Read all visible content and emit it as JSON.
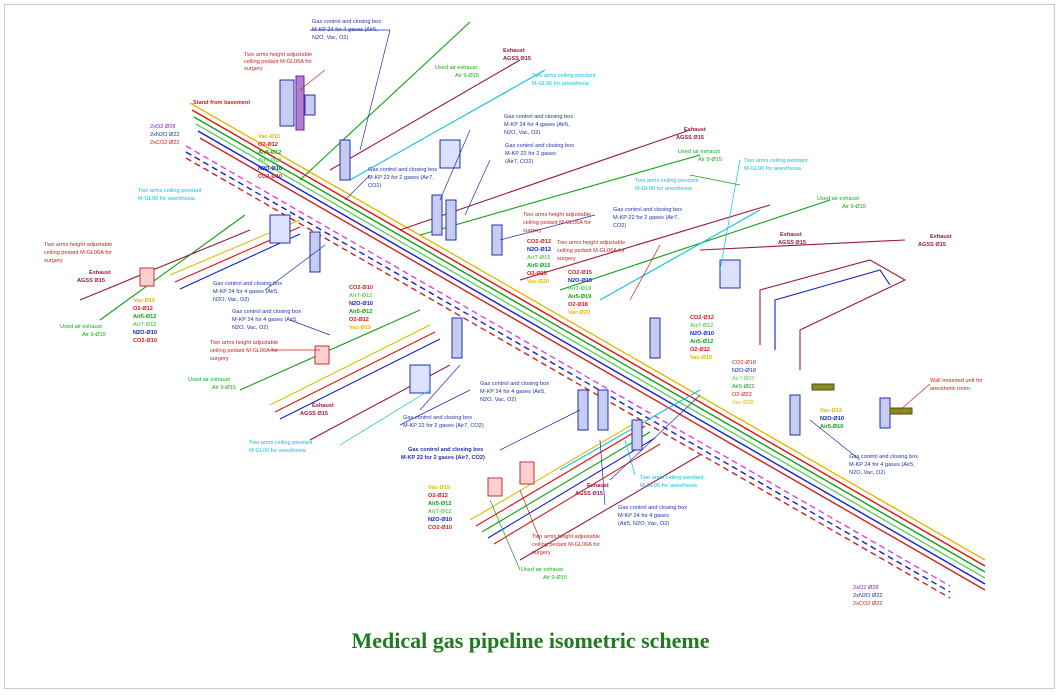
{
  "caption": "Medical gas pipeline isometric scheme",
  "colors": {
    "vac": "#e6b800",
    "o2": "#e01010",
    "air5": "#10a010",
    "air7": "#60d060",
    "n2o": "#1020d0",
    "co2": "#d02020",
    "exhaust": "#9a1a40",
    "pink": "#e040e0",
    "label_red": "#d02020",
    "label_cyan": "#10c0e0",
    "label_green": "#10b010",
    "label_purple": "#8020c0",
    "caption": "#1e7b1e"
  },
  "labels": {
    "box_top_a": "Gas control and closing box",
    "box_top_b": "M-KP 24 for 4 gases (Air5,",
    "box_top_c": "N2O, Vac, O2)",
    "pendant_top_a": "Two arms height adjustable",
    "pendant_top_b": "ceiling pedant M-GL06A for",
    "pendant_top_c": "surgery",
    "riser": "Stand from basement",
    "exhaust_top": "Exhaust",
    "exhaust_top_size": "AGSS Ø15",
    "used_top_a": "Used air exhaust",
    "used_top_b": "Air 9-Ø15",
    "cyan_top_a": "Two arms ceiling pendant",
    "cyan_top_b": "M-GL06 for anesthesia",
    "box2_a": "Gas control and closing box",
    "box2_b": "M-KP 24 for 4 gases (Air5,",
    "box2_c": "N2O, Vac, O2)",
    "box3_a": "Gas control and closing box",
    "box3_b": "M-KP 22 for 2 gases",
    "box3_c": "(Air7, CO2)",
    "exhaust2": "Exhaust",
    "exhaust2_size": "AGSS Ø15",
    "used2_a": "Used air exhaust",
    "used2_b": "Air 9-Ø15",
    "cyan2_a": "Two arms ceiling pendant",
    "cyan2_b": "M-GL06 for anesthesia",
    "box4_a": "Gas control and closing box",
    "box4_b": "M-KP 22 for 2 gases (Air7,",
    "box4_c": "CO2)",
    "cyan3_a": "Two arms ceiling pendant",
    "cyan3_b": "M-GL06 for anesthesia",
    "left_top_gas_a": "2xO2 Ø28",
    "left_top_gas_b": "2xN2O Ø22",
    "left_top_gas_c": "2xCO2 Ø22",
    "cyan4_a": "Two arms ceiling pendant",
    "cyan4_b": "M-GL06 for anesthesia",
    "used3_a": "Used air exhaust",
    "used3_b": "Air 9-Ø15",
    "box5_a": "Gas control and closing box",
    "box5_b": "M-KP 22 for 2 gases (Air7,",
    "box5_c": "CO2)",
    "pendant2_a": "Two arms height adjustable",
    "pendant2_b": "ceiling pedant M-GL06A for",
    "pendant2_c": "surgery",
    "exhaust3": "Exhaust",
    "exhaust3_size": "AGSS Ø15",
    "pendant3_a": "Two arms height adjustable",
    "pendant3_b": "ceiling pedant M-GL06A for",
    "pendant3_c": "surgery",
    "exhaust4": "Exhaust",
    "exhaust4_size": "AGSS Ø15",
    "used4_a": "Used air exhaust",
    "used4_b": "Air 9-Ø15",
    "box6_a": "Gas control and closing box",
    "box6_b": "M-KP 24 for 4 gases (Air5,",
    "box6_c": "N2O, Vac, O2)",
    "box7_a": "Gas control and closing box",
    "box7_b": "M-KP 24 for 4 gases (Air5,",
    "box7_c": "N2O, Vac, O2)",
    "pendant4_a": "Two arms height adjustable",
    "pendant4_b": "ceiling pedant M-GL06A for",
    "pendant4_c": "surgery",
    "used5_a": "Used air exhaust",
    "used5_b": "Air 9-Ø15",
    "pendant5_a": "Two arms height adjustable",
    "pendant5_b": "ceiling pedant M-GL06A for",
    "pendant5_c": "surgery",
    "used6_a": "Used air exhaust",
    "used6_b": "Air 9-Ø15",
    "exhaust5": "Exhaust",
    "exhaust5_size": "AGSS Ø15",
    "box8_a": "Gas control and closing box",
    "box8_b": "M-KP 24 for 4 gases (Air5,",
    "box8_c": "N2O, Vac, O2)",
    "box9_a": "Gas control and closing box",
    "box9_b": "M-KP 22 for 2 gases (Air7, CO2)",
    "cyan5_a": "Two arms ceiling pendant",
    "cyan5_b": "M-GL06 for anesthesia",
    "box10_a": "Gas control and closing box",
    "box10_b": "M-KP 22 for 2 gases (Air7, CO2)",
    "exhaust6": "Exhaust",
    "exhaust6_size": "AGSS Ø15",
    "cyan6_a": "Two arms ceiling pendant",
    "cyan6_b": "M-GL06 for anesthesia",
    "box11_a": "Gas control and closing box",
    "box11_b": "M-KP 24 for 4 gases",
    "box11_c": "(Air5, N2O, Vac, O2)",
    "pendant6_a": "Two arms height adjustable",
    "pendant6_b": "ceiling pedant M-GL06A for",
    "pendant6_c": "surgery",
    "used7_a": "Used air exhaust",
    "used7_b": "Air 9-Ø15",
    "wall_a": "Wall mounted unit for",
    "wall_b": "anesthetic room",
    "box12_a": "Gas control and closing box",
    "box12_b": "M-KP 24 for 4 gases (Air5,",
    "box12_c": "N2O, Vac, O2)",
    "right_gas_a": "2xO2 Ø28",
    "right_gas_b": "2xN2O Ø22",
    "right_gas_c": "2xCO2 Ø22"
  },
  "pipe_lists": {
    "list_a": [
      "Vac-Ø15",
      "O2-Ø12",
      "Air5-Ø12",
      "Air7-Ø12",
      "N2O-Ø10",
      "CO2-Ø10"
    ],
    "list_b": [
      "Vac-Ø15",
      "O2-Ø12",
      "Air5-Ø12",
      "Air7-Ø12",
      "N2O-Ø10",
      "CO2-Ø10"
    ],
    "list_c": [
      "CO2-Ø10",
      "Air7-Ø12",
      "N2O-Ø10",
      "Air5-Ø12",
      "O2-Ø12",
      "Vac-Ø15"
    ],
    "list_d": [
      "CO2-Ø12",
      "N2O-Ø12",
      "Air7-Ø15",
      "Air5-Ø15",
      "O2-Ø15",
      "Vac-Ø20"
    ],
    "list_e": [
      "CO2-Ø15",
      "N2O-Ø15",
      "Air7-Ø19",
      "Air5-Ø19",
      "O2-Ø18",
      "Vac-Ø20"
    ],
    "list_f": [
      "CO2-Ø12",
      "Air7-Ø12",
      "N2O-Ø10",
      "Air5-Ø12",
      "O2-Ø12",
      "Vac-Ø15"
    ],
    "list_g": [
      "CO2-Ø18",
      "N2O-Ø18",
      "Air7-Ø22",
      "Air5-Ø22",
      "O2-Ø22",
      "Vac-Ø28"
    ],
    "list_h": [
      "Vac-Ø12",
      "N2O-Ø10",
      "Air5-Ø10"
    ],
    "list_i": [
      "Vac-Ø15",
      "O2-Ø12",
      "Air5-Ø12",
      "Air7-Ø12",
      "N2O-Ø10",
      "CO2-Ø10"
    ]
  }
}
